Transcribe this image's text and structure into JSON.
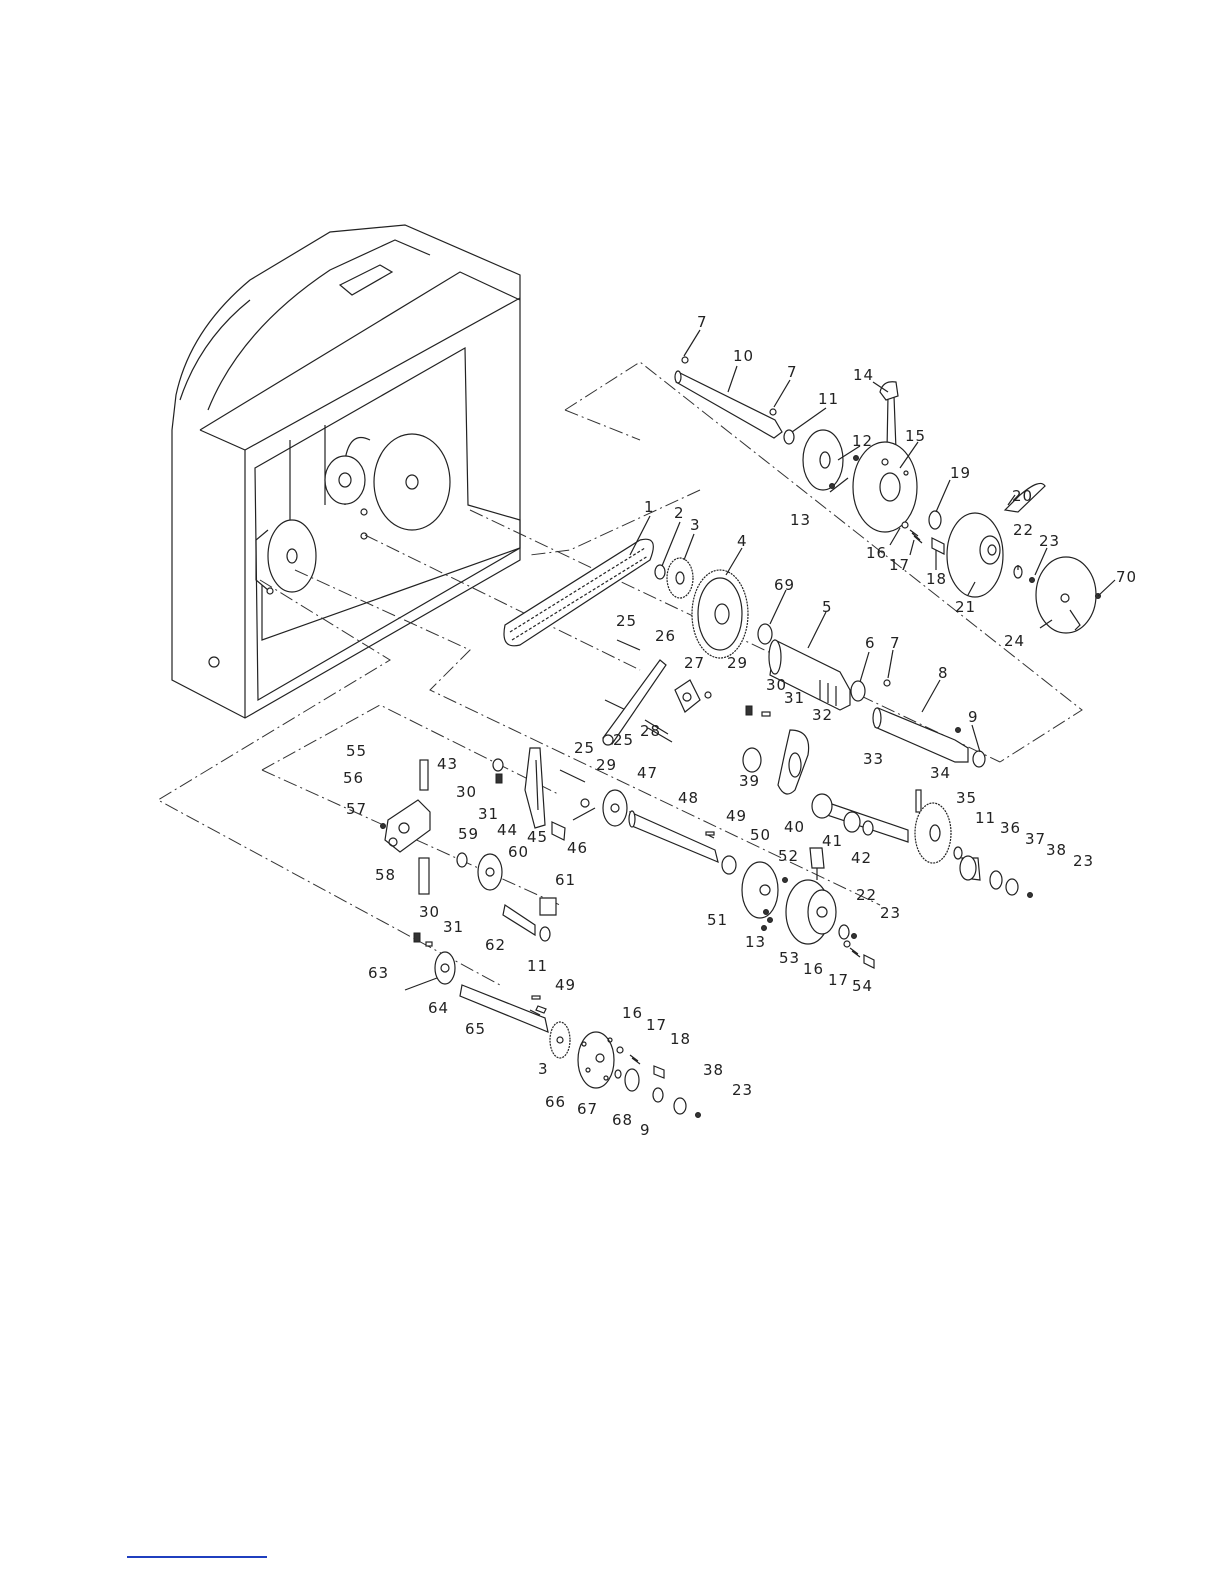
{
  "diagram": {
    "labels": [
      {
        "id": "l1",
        "text": "1"
      },
      {
        "id": "l2",
        "text": "2"
      },
      {
        "id": "l3a",
        "text": "3"
      },
      {
        "id": "l3b",
        "text": "3"
      },
      {
        "id": "l4",
        "text": "4"
      },
      {
        "id": "l5",
        "text": "5"
      },
      {
        "id": "l6",
        "text": "6"
      },
      {
        "id": "l7a",
        "text": "7"
      },
      {
        "id": "l7b",
        "text": "7"
      },
      {
        "id": "l7c",
        "text": "7"
      },
      {
        "id": "l8",
        "text": "8"
      },
      {
        "id": "l9a",
        "text": "9"
      },
      {
        "id": "l9b",
        "text": "9"
      },
      {
        "id": "l10",
        "text": "10"
      },
      {
        "id": "l11a",
        "text": "11"
      },
      {
        "id": "l11b",
        "text": "11"
      },
      {
        "id": "l11c",
        "text": "11"
      },
      {
        "id": "l12",
        "text": "12"
      },
      {
        "id": "l13a",
        "text": "13"
      },
      {
        "id": "l13b",
        "text": "13"
      },
      {
        "id": "l14",
        "text": "14"
      },
      {
        "id": "l15",
        "text": "15"
      },
      {
        "id": "l16a",
        "text": "16"
      },
      {
        "id": "l16b",
        "text": "16"
      },
      {
        "id": "l16c",
        "text": "16"
      },
      {
        "id": "l17a",
        "text": "17"
      },
      {
        "id": "l17b",
        "text": "17"
      },
      {
        "id": "l17c",
        "text": "17"
      },
      {
        "id": "l18a",
        "text": "18"
      },
      {
        "id": "l18b",
        "text": "18"
      },
      {
        "id": "l19",
        "text": "19"
      },
      {
        "id": "l20",
        "text": "20"
      },
      {
        "id": "l21",
        "text": "21"
      },
      {
        "id": "l22a",
        "text": "22"
      },
      {
        "id": "l22b",
        "text": "22"
      },
      {
        "id": "l23a",
        "text": "23"
      },
      {
        "id": "l23b",
        "text": "23"
      },
      {
        "id": "l23c",
        "text": "23"
      },
      {
        "id": "l23d",
        "text": "23"
      },
      {
        "id": "l24",
        "text": "24"
      },
      {
        "id": "l25a",
        "text": "25"
      },
      {
        "id": "l25b",
        "text": "25"
      },
      {
        "id": "l25c",
        "text": "25"
      },
      {
        "id": "l26",
        "text": "26"
      },
      {
        "id": "l27",
        "text": "27"
      },
      {
        "id": "l28",
        "text": "28"
      },
      {
        "id": "l29a",
        "text": "29"
      },
      {
        "id": "l29b",
        "text": "29"
      },
      {
        "id": "l30a",
        "text": "30"
      },
      {
        "id": "l30b",
        "text": "30"
      },
      {
        "id": "l30c",
        "text": "30"
      },
      {
        "id": "l31a",
        "text": "31"
      },
      {
        "id": "l31b",
        "text": "31"
      },
      {
        "id": "l31c",
        "text": "31"
      },
      {
        "id": "l32",
        "text": "32"
      },
      {
        "id": "l33",
        "text": "33"
      },
      {
        "id": "l34",
        "text": "34"
      },
      {
        "id": "l35",
        "text": "35"
      },
      {
        "id": "l36",
        "text": "36"
      },
      {
        "id": "l37",
        "text": "37"
      },
      {
        "id": "l38a",
        "text": "38"
      },
      {
        "id": "l38b",
        "text": "38"
      },
      {
        "id": "l39",
        "text": "39"
      },
      {
        "id": "l40",
        "text": "40"
      },
      {
        "id": "l41",
        "text": "41"
      },
      {
        "id": "l42",
        "text": "42"
      },
      {
        "id": "l43",
        "text": "43"
      },
      {
        "id": "l44",
        "text": "44"
      },
      {
        "id": "l45",
        "text": "45"
      },
      {
        "id": "l46",
        "text": "46"
      },
      {
        "id": "l47",
        "text": "47"
      },
      {
        "id": "l48",
        "text": "48"
      },
      {
        "id": "l49a",
        "text": "49"
      },
      {
        "id": "l49b",
        "text": "49"
      },
      {
        "id": "l50",
        "text": "50"
      },
      {
        "id": "l51",
        "text": "51"
      },
      {
        "id": "l52",
        "text": "52"
      },
      {
        "id": "l53",
        "text": "53"
      },
      {
        "id": "l54",
        "text": "54"
      },
      {
        "id": "l55",
        "text": "55"
      },
      {
        "id": "l56",
        "text": "56"
      },
      {
        "id": "l57",
        "text": "57"
      },
      {
        "id": "l58",
        "text": "58"
      },
      {
        "id": "l59",
        "text": "59"
      },
      {
        "id": "l60",
        "text": "60"
      },
      {
        "id": "l61",
        "text": "61"
      },
      {
        "id": "l62",
        "text": "62"
      },
      {
        "id": "l63",
        "text": "63"
      },
      {
        "id": "l64",
        "text": "64"
      },
      {
        "id": "l65",
        "text": "65"
      },
      {
        "id": "l66",
        "text": "66"
      },
      {
        "id": "l67",
        "text": "67"
      },
      {
        "id": "l68",
        "text": "68"
      },
      {
        "id": "l69",
        "text": "69"
      },
      {
        "id": "l70",
        "text": "70"
      }
    ]
  },
  "colors": {
    "ink": "#222222",
    "paper": "#ffffff",
    "footer_rule": "#1f3fbf"
  }
}
